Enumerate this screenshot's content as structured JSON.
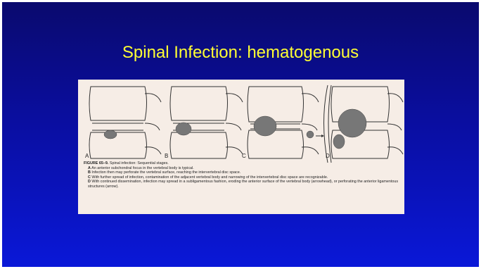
{
  "slide": {
    "title": "Spinal Infection: hematogenous",
    "colors": {
      "title": "#ffff33",
      "background_top": "#0a0a6e",
      "background_bottom": "#0a18d8"
    }
  },
  "figure": {
    "panels": [
      "A",
      "B",
      "C",
      "D"
    ],
    "caption": {
      "heading": "FIGURE 65–9.",
      "heading_text": "Spinal infection: Sequential stages.",
      "lines": [
        {
          "letter": "A",
          "text": "An anterior subchondral focus in the vertebral body is typical."
        },
        {
          "letter": "B",
          "text": "Infection then may perforate the vertebral surface, reaching the intervertebral disc space."
        },
        {
          "letter": "C",
          "text": "With further spread of infection, contamination of the adjacent vertebral body and narrowing of the intervertebral disc space are recognizable."
        },
        {
          "letter": "D",
          "text": "With continued dissemination, infection may spread in a subligamentous fashion, eroding the anterior surface of the vertebral body (arrowhead), or perforating the anterior ligamentous structures (arrow)."
        }
      ]
    }
  }
}
